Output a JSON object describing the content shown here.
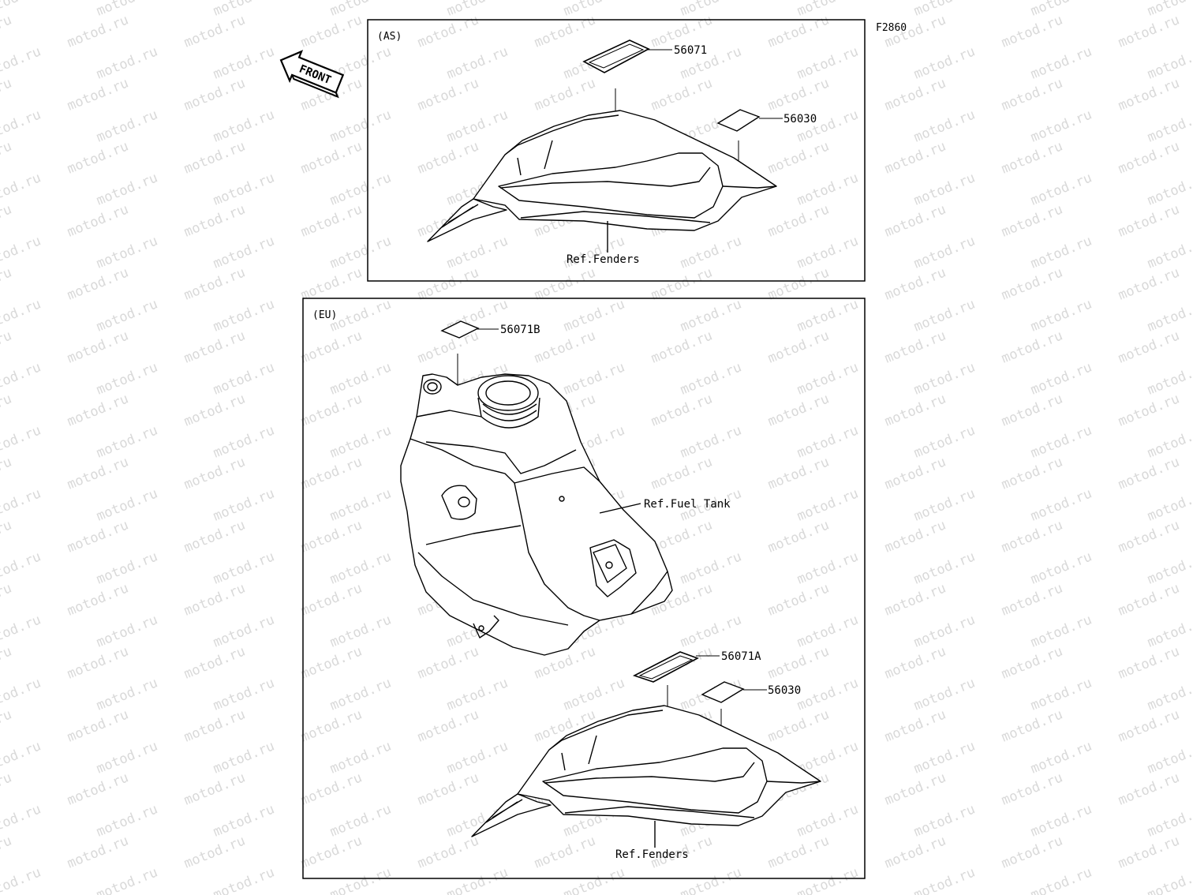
{
  "figure_code": "F2860",
  "front_label": "FRONT",
  "watermark_text": "motod.ru",
  "colors": {
    "line": "#000000",
    "watermark": "#d9d9d9",
    "background": "#ffffff"
  },
  "panels": {
    "as": {
      "region": "(AS)",
      "parts": [
        "56071",
        "56030"
      ],
      "ref": "Ref.Fenders"
    },
    "eu": {
      "region": "(EU)",
      "parts": [
        "56071B",
        "56071A",
        "56030"
      ],
      "ref_fuel_tank": "Ref.Fuel Tank",
      "ref_fenders": "Ref.Fenders"
    }
  }
}
